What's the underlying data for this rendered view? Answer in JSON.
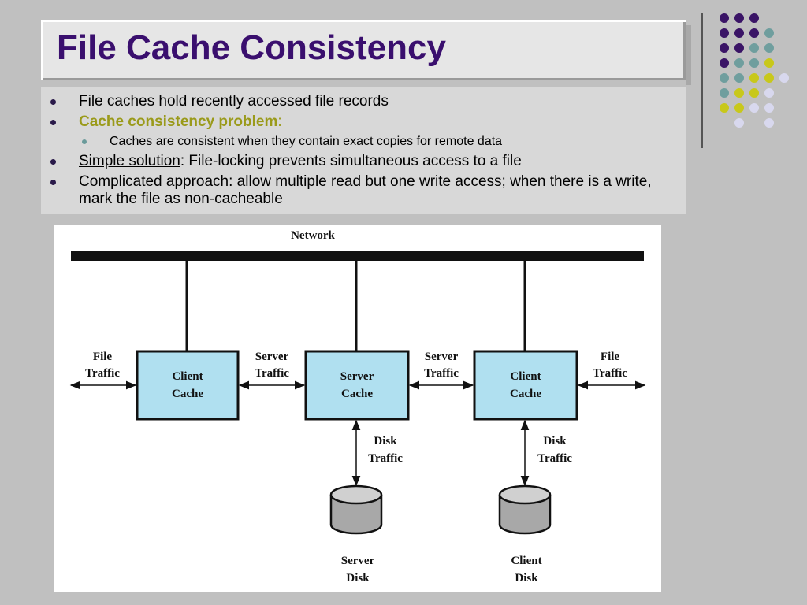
{
  "title": "File Cache Consistency",
  "bullets": {
    "b1": "File caches hold recently accessed file records",
    "b2": {
      "heading": "Cache consistency problem",
      "suffix": ":"
    },
    "b2_sub": "Caches are consistent when they contain exact copies for remote data",
    "b3": {
      "heading": "Simple solution",
      "rest": ": File-locking prevents simultaneous access to a file"
    },
    "b4": {
      "heading": "Complicated approach",
      "rest": ": allow multiple read but one write access; when there is a write, mark the file as non-cacheable"
    }
  },
  "diagram": {
    "network": "Network",
    "file_traffic_left": [
      "File",
      "Traffic"
    ],
    "server_traffic_left": [
      "Server",
      "Traffic"
    ],
    "server_traffic_right": [
      "Server",
      "Traffic"
    ],
    "file_traffic_right": [
      "File",
      "Traffic"
    ],
    "client_cache_left": [
      "Client",
      "Cache"
    ],
    "server_cache": [
      "Server",
      "Cache"
    ],
    "client_cache_right": [
      "Client",
      "Cache"
    ],
    "disk_traffic_left": [
      "Disk",
      "Traffic"
    ],
    "disk_traffic_right": [
      "Disk",
      "Traffic"
    ],
    "server_disk": [
      "Server",
      "Disk"
    ],
    "client_disk": [
      "Client",
      "Disk"
    ]
  },
  "colors": {
    "title": "#3a0f6e",
    "accent": "#9a9a1a",
    "cache_box": "#b0e0f0",
    "disk": "#a8a8a8",
    "dot_purple": "#3a1466",
    "dot_teal": "#6f9e9e",
    "dot_yellow": "#c8c81a",
    "dot_lavender": "#d8d8ee"
  }
}
